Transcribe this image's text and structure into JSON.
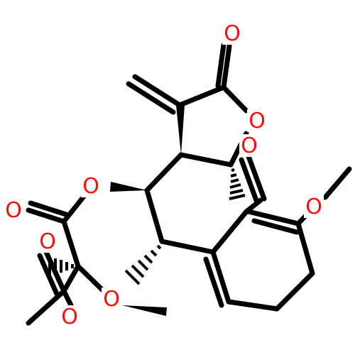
{
  "molecule": {
    "atoms": [
      {
        "id": "o_lactone_carbonyl",
        "symbol": "O",
        "color": "#ff0d0d"
      },
      {
        "id": "o_lactone_ring",
        "symbol": "O",
        "color": "#ff0d0d"
      },
      {
        "id": "o_acetate2_carbonyl",
        "symbol": "O",
        "color": "#ff0d0d"
      },
      {
        "id": "o_acetate2_ester",
        "symbol": "O",
        "color": "#ff0d0d"
      },
      {
        "id": "o_ester_carbonyl",
        "symbol": "O",
        "color": "#ff0d0d"
      },
      {
        "id": "o_ester_ring",
        "symbol": "O",
        "color": "#ff0d0d"
      },
      {
        "id": "o_acetate1_carbonyl",
        "symbol": "O",
        "color": "#ff0d0d"
      },
      {
        "id": "o_acetate1_ester",
        "symbol": "O",
        "color": "#ff0d0d"
      },
      {
        "id": "o_acetate1_ester_2",
        "symbol": "O",
        "color": "#ff0d0d"
      }
    ],
    "bond_color": "#000000",
    "heteroatom_color": "#ff0d0d"
  }
}
